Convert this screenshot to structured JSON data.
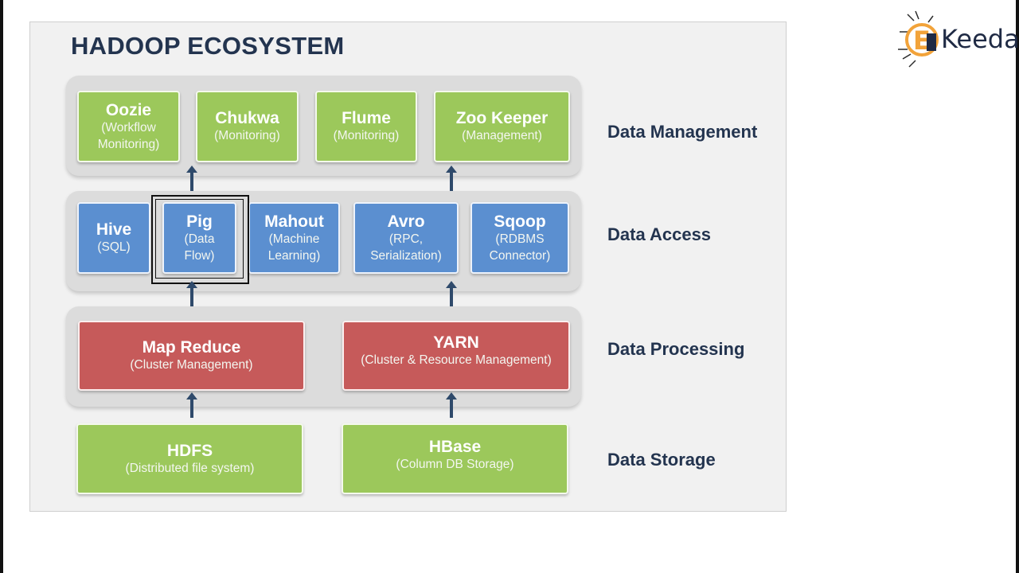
{
  "title": "HADOOP ECOSYSTEM",
  "layers": {
    "management": "Data Management",
    "access": "Data Access",
    "processing": "Data Processing",
    "storage": "Data Storage"
  },
  "management": [
    {
      "name": "Oozie",
      "sub1": "(Workflow",
      "sub2": "Monitoring)"
    },
    {
      "name": "Chukwa",
      "sub1": "(Monitoring)"
    },
    {
      "name": "Flume",
      "sub1": "(Monitoring)"
    },
    {
      "name": "Zoo Keeper",
      "sub1": "(Management)"
    }
  ],
  "access": [
    {
      "name": "Hive",
      "sub1": "(SQL)"
    },
    {
      "name": "Pig",
      "sub1": "(Data",
      "sub2": "Flow)"
    },
    {
      "name": "Mahout",
      "sub1": "(Machine",
      "sub2": "Learning)"
    },
    {
      "name": "Avro",
      "sub1": "(RPC,",
      "sub2": "Serialization)"
    },
    {
      "name": "Sqoop",
      "sub1": "(RDBMS",
      "sub2": "Connector)"
    }
  ],
  "processing": [
    {
      "name": "Map Reduce",
      "sub1": "(Cluster Management)"
    },
    {
      "name": "YARN",
      "sub1": "(Cluster & Resource Management)"
    }
  ],
  "storage": [
    {
      "name": "HDFS",
      "sub1": "(Distributed file system)"
    },
    {
      "name": "HBase",
      "sub1": "(Column DB Storage)"
    }
  ],
  "logo": {
    "letter": "E",
    "text": "Keeda"
  },
  "colors": {
    "storage_green": "#9cc85b",
    "access_blue": "#5b8fd0",
    "processing_red": "#c65a5a",
    "title_navy": "#23344f",
    "logo_orange": "#f2a33a"
  }
}
